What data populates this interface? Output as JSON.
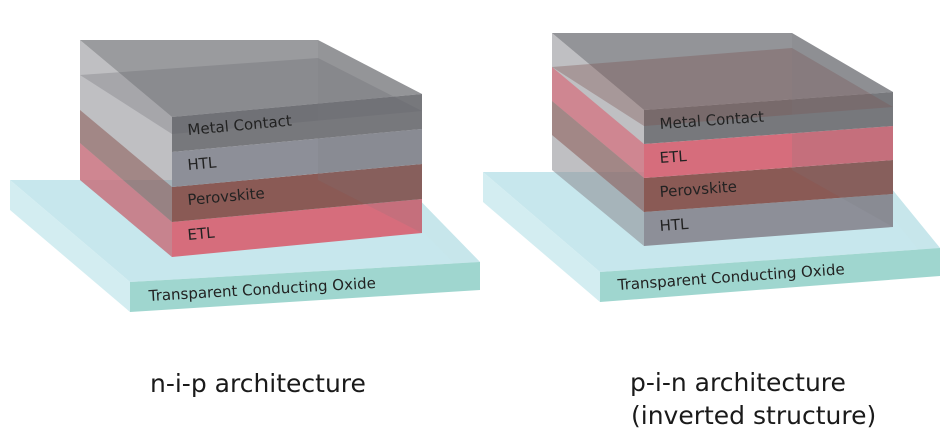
{
  "colors": {
    "substrate_top": "#bde3ea",
    "substrate_front": "#9fd6cf",
    "substrate_side": "#c8e8ee",
    "metal": "#77787c",
    "metal_glass": "#707176",
    "htl": "#8d8f98",
    "perovskite": "#8a5a55",
    "etl": "#d66d7c",
    "label_text": "#222222"
  },
  "left": {
    "substrate_label": "Transparent Conducting Oxide",
    "layers": {
      "metal": "Metal Contact",
      "htl": "HTL",
      "perovskite": "Perovskite",
      "etl": "ETL"
    },
    "caption": "n-i-p architecture"
  },
  "right": {
    "substrate_label": "Transparent Conducting Oxide",
    "layers": {
      "metal": "Metal Contact",
      "etl": "ETL",
      "perovskite": "Perovskite",
      "htl": "HTL"
    },
    "caption_line1": "p-i-n architecture",
    "caption_line2": "(inverted structure)"
  }
}
